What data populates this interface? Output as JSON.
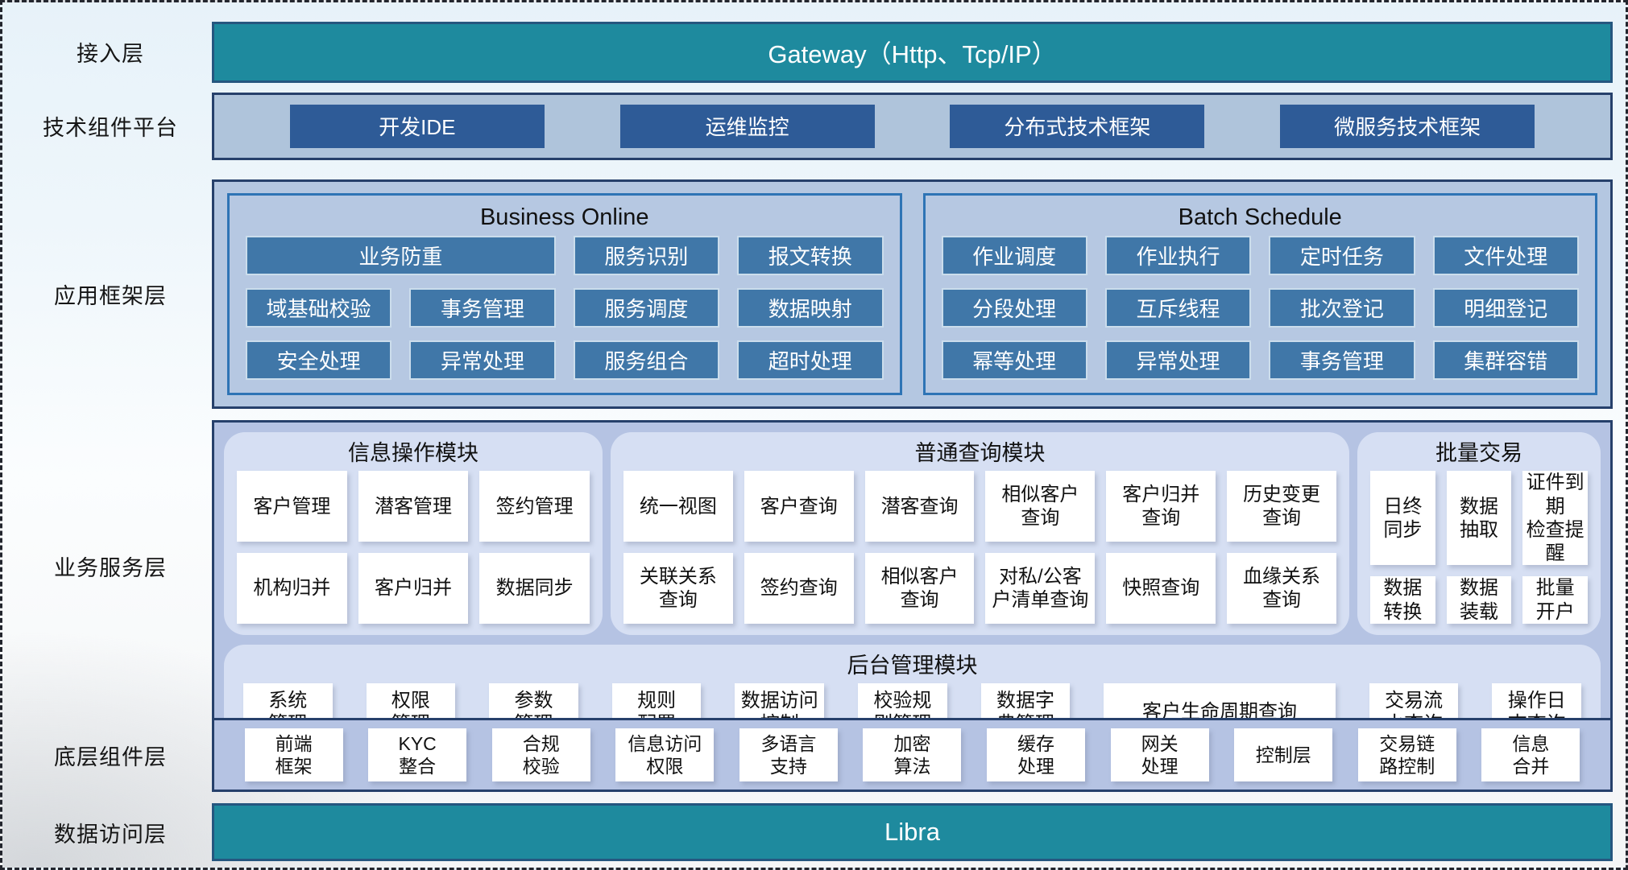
{
  "colors": {
    "teal": "#1e8a9e",
    "navy_button": "#2e5b97",
    "steel_button": "#4077a8",
    "panel_light_blue": "#b5c3e3",
    "module_bg": "#d6dff3"
  },
  "labels": {
    "access": "接入层",
    "tech": "技术组件平台",
    "app": "应用框架层",
    "service": "业务服务层",
    "base": "底层组件层",
    "data": "数据访问层"
  },
  "access_bar": "Gateway（Http、Tcp/IP）",
  "tech_items": [
    "开发IDE",
    "运维监控",
    "分布式技术框架",
    "微服务技术框架"
  ],
  "business_online": {
    "title": "Business Online",
    "items": [
      "业务防重",
      "服务识别",
      "报文转换",
      "域基础校验",
      "事务管理",
      "服务调度",
      "数据映射",
      "安全处理",
      "异常处理",
      "服务组合",
      "超时处理"
    ]
  },
  "batch_schedule": {
    "title": "Batch Schedule",
    "items": [
      "作业调度",
      "作业执行",
      "定时任务",
      "文件处理",
      "分段处理",
      "互斥线程",
      "批次登记",
      "明细登记",
      "幂等处理",
      "异常处理",
      "事务管理",
      "集群容错"
    ]
  },
  "modules": {
    "info": {
      "title": "信息操作模块",
      "items": [
        "客户管理",
        "潜客管理",
        "签约管理",
        "机构归并",
        "客户归并",
        "数据同步"
      ]
    },
    "query": {
      "title": "普通查询模块",
      "items": [
        "统一视图",
        "客户查询",
        "潜客查询",
        "相似客户\n查询",
        "客户归并\n查询",
        "历史变更\n查询",
        "关联关系\n查询",
        "签约查询",
        "相似客户\n查询",
        "对私/公客\n户清单查询",
        "快照查询",
        "血缘关系\n查询"
      ]
    },
    "batch": {
      "title": "批量交易",
      "items": [
        "日终\n同步",
        "数据\n抽取",
        "证件到期\n检查提醒",
        "数据\n转换",
        "数据\n装载",
        "批量\n开户"
      ]
    },
    "admin": {
      "title": "后台管理模块",
      "items": [
        "系统\n管理",
        "权限\n管理",
        "参数\n管理",
        "规则\n配置",
        "数据访问\n控制",
        "校验规\n则管理",
        "数据字\n典管理",
        "客户生命周期查询",
        "交易流\n水查询",
        "操作日\n志查询"
      ]
    }
  },
  "base_items": [
    "前端\n框架",
    "KYC\n整合",
    "合规\n校验",
    "信息访问\n权限",
    "多语言\n支持",
    "加密\n算法",
    "缓存\n处理",
    "网关\n处理",
    "控制层",
    "交易链\n路控制",
    "信息\n合并"
  ],
  "data_bar": "Libra"
}
